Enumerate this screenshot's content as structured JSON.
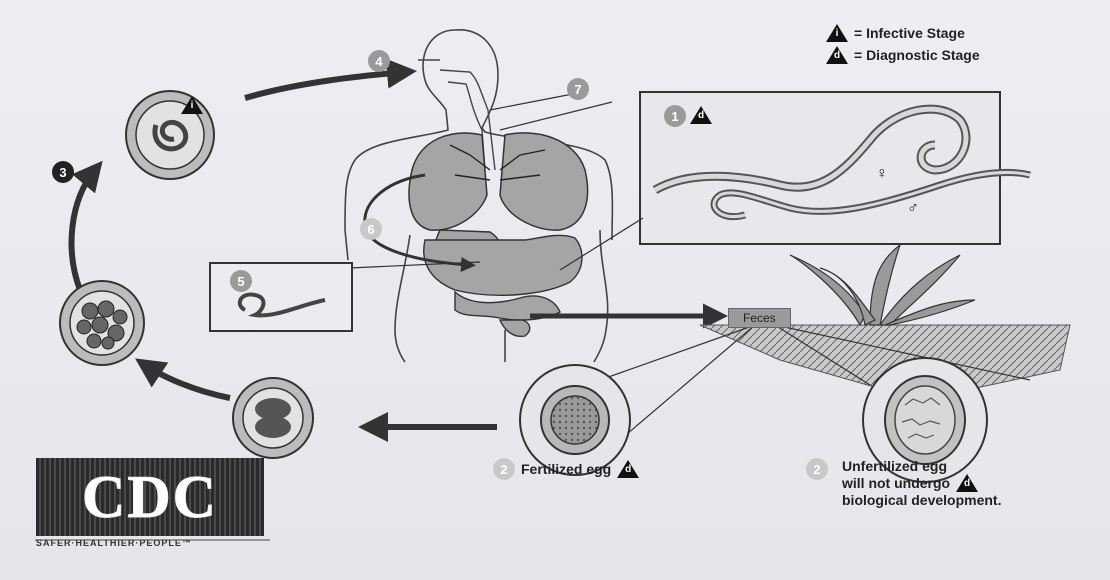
{
  "legend": {
    "infective": {
      "symbol": "i",
      "label": "= Infective Stage"
    },
    "diagnostic": {
      "symbol": "d",
      "label": "= Diagnostic Stage"
    }
  },
  "steps": {
    "s1": "1",
    "s2a": "2",
    "s2b": "2",
    "s3": "3",
    "s4": "4",
    "s5": "5",
    "s6": "6",
    "s7": "7"
  },
  "stage_symbols": {
    "adult_worms": "d",
    "infective_egg": "i",
    "fertilized_egg": "d",
    "unfertilized_egg": "d"
  },
  "labels": {
    "feces": "Feces",
    "fertilized_egg": "Fertilized egg",
    "unfertilized_line1": "Unfertilized egg",
    "unfertilized_line2": "will not undergo",
    "unfertilized_line3": "biological development.",
    "female": "♀",
    "male": "♂"
  },
  "logo": {
    "text": "CDC",
    "tagline": "SAFER·HEALTHIER·PEOPLE™"
  }
}
